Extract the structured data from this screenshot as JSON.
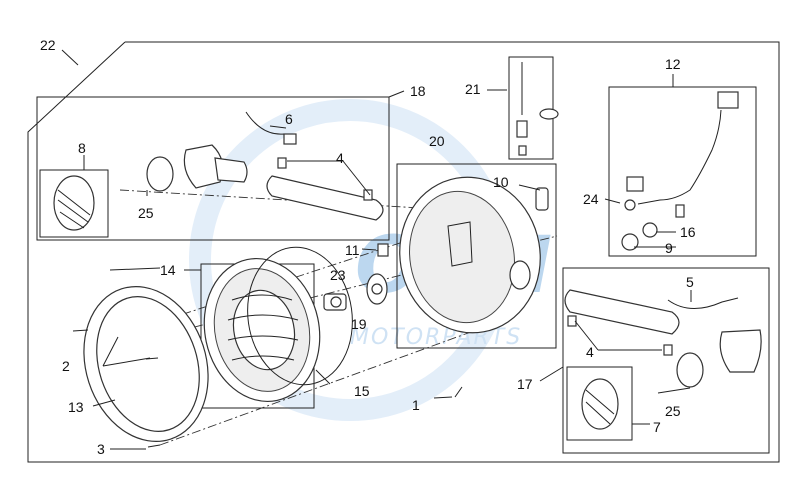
{
  "watermark": {
    "main": "OEM",
    "sub": "MOTORPARTS"
  },
  "callouts": {
    "n1": "1",
    "n2": "2",
    "n3": "3",
    "n4a": "4",
    "n4b": "4",
    "n5": "5",
    "n6": "6",
    "n7": "7",
    "n8": "8",
    "n9": "9",
    "n10": "10",
    "n11": "11",
    "n12": "12",
    "n13": "13",
    "n14": "14",
    "n15": "15",
    "n16": "16",
    "n17": "17",
    "n18": "18",
    "n19": "19",
    "n20": "20",
    "n21": "21",
    "n22": "22",
    "n23": "23",
    "n24": "24",
    "n25a": "25",
    "n25b": "25"
  }
}
